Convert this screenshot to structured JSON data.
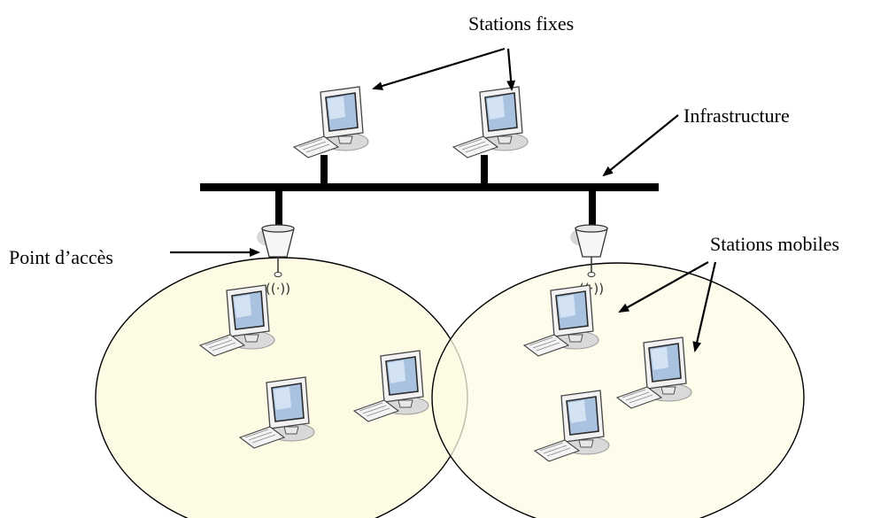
{
  "labels": {
    "fixed_stations": "Stations fixes",
    "infrastructure": "Infrastructure",
    "access_point": "Point d’accès",
    "mobile_stations": "Stations mobiles"
  },
  "colors": {
    "cell_fill": "#fdfbe4",
    "line": "#000000",
    "screen": "#9fb7d6",
    "monitor": "#eeeeee",
    "shadow": "#cfcfcf"
  }
}
